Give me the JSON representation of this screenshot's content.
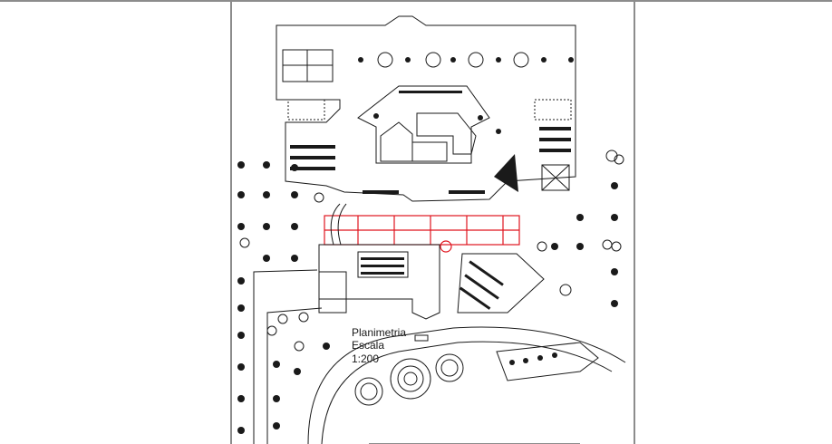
{
  "drawing": {
    "title": "Planimetria",
    "scale_label": "Escala",
    "scale_value": "1:200"
  },
  "colors": {
    "line": "#1a1a1a",
    "highlight": "#e0141e",
    "background": "#ffffff"
  },
  "icons": [
    "north-arrow-icon",
    "tree-icon",
    "shrub-icon"
  ]
}
